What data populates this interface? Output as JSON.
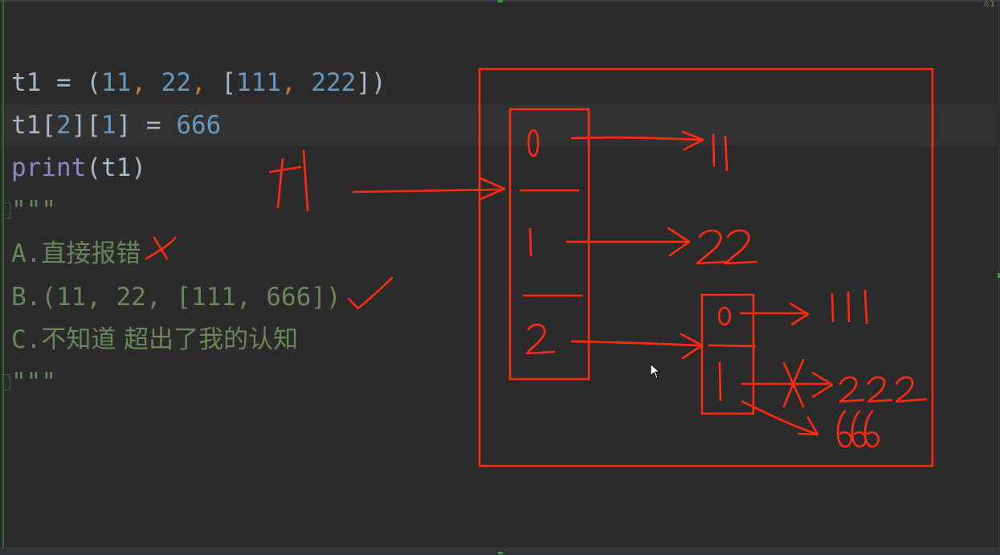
{
  "status": {
    "warning_count": "1",
    "warning_glyph": "⚠"
  },
  "colors": {
    "background": "#2b2b2b",
    "text": "#a9b7c6",
    "number": "#6897bb",
    "operator": "#cc7832",
    "builtin": "#8888c6",
    "string": "#6a8759",
    "annotation": "#ff2a10"
  },
  "code": {
    "line1": {
      "name": "t1",
      "assign": " = ",
      "open": "(",
      "n1": "11",
      "c1": ", ",
      "n2": "22",
      "c2": ", ",
      "lopen": "[",
      "n3": "111",
      "c3": ", ",
      "n4": "222",
      "close": "])"
    },
    "line2": {
      "name": "t1[",
      "i1": "2",
      "mid": "][",
      "i2": "1",
      "assign": "] = ",
      "value": "666"
    },
    "line3": {
      "func": "print",
      "args": "(t1)"
    },
    "docstring_open": "\"\"\"",
    "option_a": {
      "prefix": "A.",
      "text": "直接报错"
    },
    "option_b": {
      "text": "B.(11, 22, [111, 666])"
    },
    "option_c": {
      "prefix": "C.",
      "text": "不知道 超出了我的认知"
    },
    "docstring_close": "\"\"\""
  },
  "annotations": {
    "var_label": "t1",
    "outer_indices": [
      "0",
      "1",
      "2"
    ],
    "outer_values": [
      "11",
      "22"
    ],
    "inner_indices": [
      "0",
      "1"
    ],
    "inner_values": [
      "111",
      "222"
    ],
    "new_value": "666",
    "wrong_mark": "X",
    "check_mark": "✓"
  }
}
